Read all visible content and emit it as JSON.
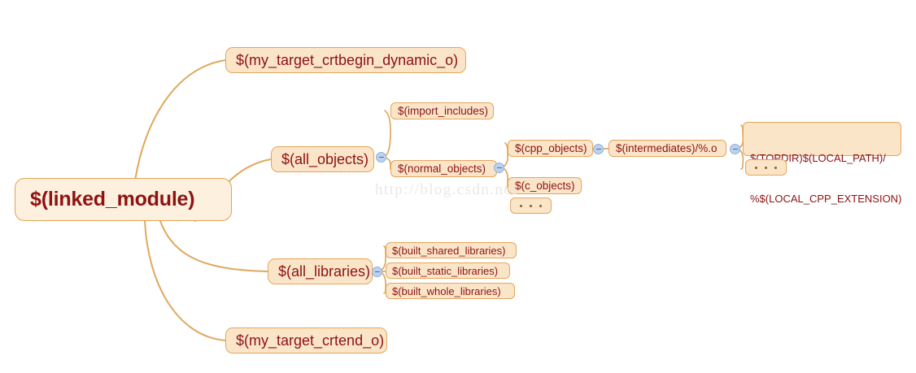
{
  "diagram": {
    "type": "mind-map",
    "title": "$(linked_module)",
    "watermark": "http://blog.csdn.net",
    "colors": {
      "root_fill": "#fdf0de",
      "node_fill": "#fbe5c9",
      "border": "#e5a55a",
      "text": "#8c1212",
      "edge": "#e0a85e",
      "collapse_fill": "#bcd2ef",
      "watermark_text": "#ece7e5",
      "background": "#ffffff"
    },
    "root": {
      "label": "$(linked_module)"
    },
    "nodes": {
      "my_target_crtbegin_dynamic_o": {
        "label": "$(my_target_crtbegin_dynamic_o)"
      },
      "all_objects": {
        "label": "$(all_objects)"
      },
      "import_includes": {
        "label": "$(import_includes)"
      },
      "normal_objects": {
        "label": "$(normal_objects)"
      },
      "cpp_objects": {
        "label": "$(cpp_objects)"
      },
      "c_objects": {
        "label": "$(c_objects)"
      },
      "c_objects_more": {
        "label": "..."
      },
      "intermediates": {
        "label": "$(intermediates)/%.o"
      },
      "topdir_local_path": {
        "line1": "$(TOPDIR)$(LOCAL_PATH)/",
        "line2": "%$(LOCAL_CPP_EXTENSION)"
      },
      "topdir_more": {
        "label": "..."
      },
      "all_libraries": {
        "label": "$(all_libraries)"
      },
      "built_shared_libraries": {
        "label": "$(built_shared_libraries)"
      },
      "built_static_libraries": {
        "label": "$(built_static_libraries)"
      },
      "built_whole_libraries": {
        "label": "$(built_whole_libraries)"
      },
      "my_target_crtend_o": {
        "label": "$(my_target_crtend_o)"
      }
    },
    "collapse_toggles": [
      {
        "name": "collapse-all-objects"
      },
      {
        "name": "collapse-normal-objects"
      },
      {
        "name": "collapse-cpp-objects"
      },
      {
        "name": "collapse-intermediates"
      },
      {
        "name": "collapse-all-libraries"
      }
    ]
  }
}
